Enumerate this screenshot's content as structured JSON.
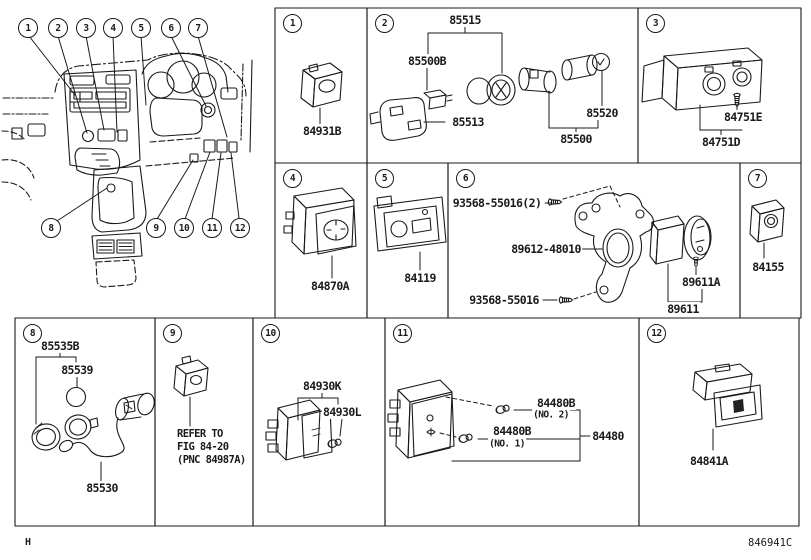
{
  "colors": {
    "ink": "#1a1a1a",
    "paper": "#ffffff"
  },
  "footer": {
    "corner_mark": "H",
    "figure_code": "846941C"
  },
  "overview": {
    "callouts": [
      "1",
      "2",
      "3",
      "4",
      "5",
      "6",
      "7",
      "8",
      "9",
      "10",
      "11",
      "12"
    ]
  },
  "panels": {
    "p1": {
      "num": "1",
      "part_84931B": "84931B"
    },
    "p2": {
      "num": "2",
      "part_85515": "85515",
      "part_85500B": "85500B",
      "part_85513": "85513",
      "part_85520": "85520",
      "part_85500": "85500"
    },
    "p3": {
      "num": "3",
      "part_84751E": "84751E",
      "part_84751D": "84751D"
    },
    "p4": {
      "num": "4",
      "part_84870A": "84870A"
    },
    "p5": {
      "num": "5",
      "part_84119": "84119"
    },
    "p6": {
      "num": "6",
      "part_93568_55016_x2": "93568-55016(2)",
      "part_89612_48010": "89612-48010",
      "part_93568_55016": "93568-55016",
      "part_89611A": "89611A",
      "part_89611": "89611"
    },
    "p7": {
      "num": "7",
      "part_84155": "84155"
    },
    "p8": {
      "num": "8",
      "part_85535B": "85535B",
      "part_85539": "85539",
      "part_85530": "85530"
    },
    "p9": {
      "num": "9",
      "note_line1": "REFER TO",
      "note_line2": "FIG 84-20",
      "note_line3": "(PNC 84987A)"
    },
    "p10": {
      "num": "10",
      "part_84930K": "84930K",
      "part_84930L": "84930L"
    },
    "p11": {
      "num": "11",
      "part_84480B_no2": "84480B",
      "note_no2": "(NO. 2)",
      "part_84480B_no1": "84480B",
      "note_no1": "(NO. 1)",
      "part_84480": "84480"
    },
    "p12": {
      "num": "12",
      "part_84841A": "84841A"
    }
  }
}
